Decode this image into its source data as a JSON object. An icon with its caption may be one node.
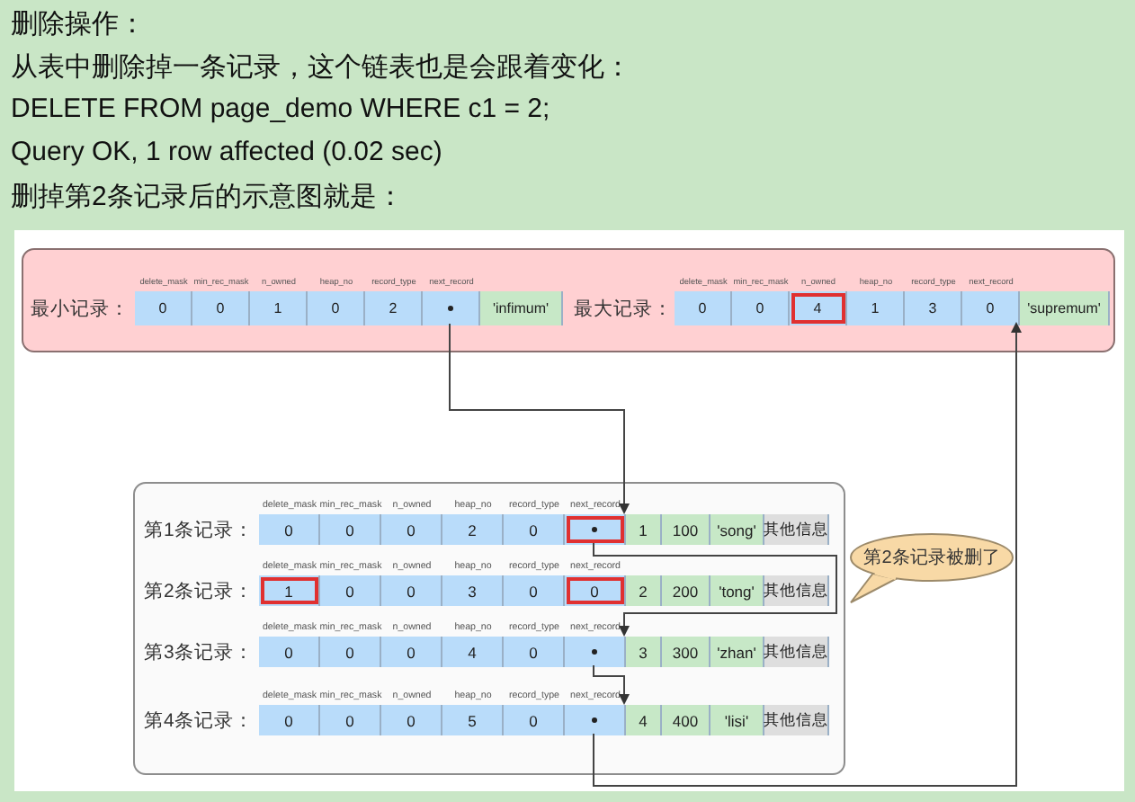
{
  "diagram": {
    "title": "删除操作：",
    "nodes": [
      {
        "text": [],
        "shape": "box"
      },
      {
        "text": [
          "0",
          "0",
          "1",
          "0",
          "2",
          "'infimum'"
        ],
        "in": 0,
        "beside": [
          "最小记录：",
          "delete_mask",
          "min_rec_mask",
          "n_owned",
          "heap_no",
          "record_type",
          "next_record"
        ]
      },
      {
        "text": [
          "0",
          "0",
          "4",
          "1",
          "3",
          "0",
          "'supremum'"
        ],
        "in": 0,
        "beside": [
          "最大记录：",
          "delete_mask",
          "min_rec_mask",
          "n_owned",
          "heap_no",
          "record_type",
          "next_record"
        ]
      },
      {
        "text": [],
        "shape": "box"
      },
      {
        "text": [
          "0",
          "0",
          "0",
          "2",
          "0",
          "1",
          "100",
          "'song'",
          "其他信息"
        ],
        "in": 3,
        "beside": [
          "第1条记录：",
          "delete_mask",
          "min_rec_mask",
          "n_owned",
          "heap_no",
          "record_type",
          "next_record"
        ]
      },
      {
        "text": [
          "1",
          "0",
          "0",
          "3",
          "0",
          "0",
          "2",
          "200",
          "'tong'",
          "其他信息"
        ],
        "in": 3,
        "beside": [
          "第2条记录：",
          "delete_mask",
          "min_rec_mask",
          "n_owned",
          "heap_no",
          "record_type",
          "next_record"
        ]
      },
      {
        "text": [
          "0",
          "0",
          "0",
          "4",
          "0",
          "3",
          "300",
          "'zhan'",
          "其他信息"
        ],
        "in": 3,
        "beside": [
          "第3条记录：",
          "delete_mask",
          "min_rec_mask",
          "n_owned",
          "heap_no",
          "record_type",
          "next_record"
        ]
      },
      {
        "text": [
          "0",
          "0",
          "0",
          "5",
          "0",
          "4",
          "400",
          "'lisi'",
          "其他信息"
        ],
        "in": 3,
        "beside": [
          "第4条记录：",
          "delete_mask",
          "min_rec_mask",
          "n_owned",
          "heap_no",
          "record_type",
          "next_record"
        ]
      },
      {
        "text": [
          "第2条记录被删了"
        ]
      }
    ],
    "edges": [
      {
        "from": 1,
        "to": 4,
        "arrow": "to"
      },
      {
        "from": 4,
        "to": 6,
        "arrow": "to"
      },
      {
        "from": 6,
        "to": 7,
        "arrow": "to"
      },
      {
        "from": 7,
        "to": 2,
        "arrow": "to"
      }
    ],
    "labels": [
      "从表中删除掉一条记录，这个链表也是会跟着变化：",
      "DELETE FROM page_demo WHERE c1 = 2;",
      "Query OK, 1 row affected (0.02 sec)",
      "删掉第2条记录后的示意图就是："
    ]
  }
}
